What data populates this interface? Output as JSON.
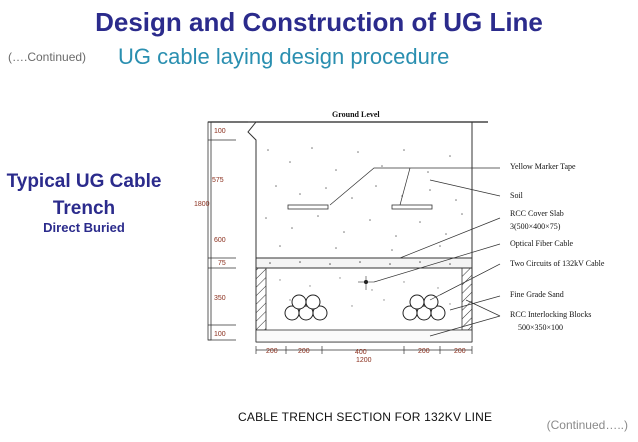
{
  "slide": {
    "title": "Design and Construction of UG Line",
    "continued_left": "(….Continued)",
    "subtitle": "UG cable laying design procedure",
    "side_title": "Typical UG Cable Trench",
    "side_subtitle": "Direct Buried",
    "continued_right": "(Continued…..)"
  },
  "diagram": {
    "ground_level": "Ground Level",
    "labels": {
      "yellow_marker": "Yellow Marker Tape",
      "soil": "Soil",
      "rcc_slab": "RCC Cover Slab",
      "rcc_slab_dim": "3(500×400×75)",
      "optical_fiber": "Optical Fiber Cable",
      "two_circuits": "Two Circuits of 132kV Cable",
      "fine_sand": "Fine Grade Sand",
      "interlocking": "RCC Interlocking Blocks",
      "interlocking_dim": "500×350×100"
    },
    "depth_dims": {
      "d100_top": "100",
      "d575": "575",
      "d1800": "1800",
      "d600": "600",
      "d75": "75",
      "d350": "350",
      "d100_bottom": "100"
    },
    "width_dims": {
      "w200_a": "200",
      "w200_b": "200",
      "w400": "400",
      "w200_c": "200",
      "w200_d": "200",
      "w1200": "1200"
    },
    "caption": "CABLE TRENCH SECTION FOR 132KV LINE"
  },
  "colors": {
    "title": "#2b2b8c",
    "subtitle": "#2a8fb0",
    "dimension_text": "#8a2e1c"
  }
}
